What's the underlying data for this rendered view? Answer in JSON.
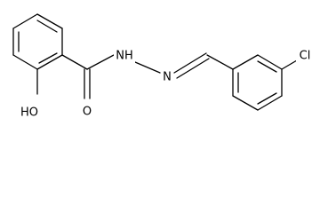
{
  "molecule": {
    "atom_labels": {
      "hydroxyl": "HO",
      "carbonyl_oxygen": "O",
      "amide_nh": "NH",
      "imine_n": "N",
      "chlorine": "Cl"
    },
    "colors": {
      "bond": "#000000",
      "label": "#000000",
      "background": "#ffffff"
    }
  }
}
